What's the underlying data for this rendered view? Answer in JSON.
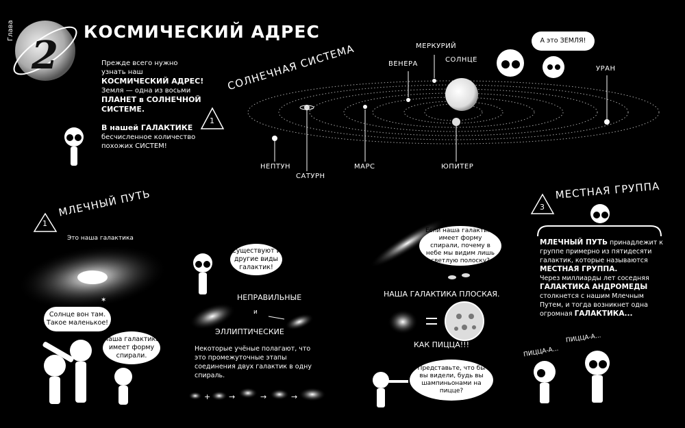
{
  "chapter": {
    "label": "Глава",
    "number": "2"
  },
  "title": "КОСМИЧЕСКИЙ АДРЕС",
  "intro": [
    {
      "pre": "Прежде всего нужно узнать наш",
      "bold": "КОСМИЧЕСКИЙ АДРЕС!"
    },
    {
      "pre": "Земля — одна из восьми",
      "bold": "ПЛАНЕТ в СОЛНЕЧНОЙ СИСТЕМЕ."
    },
    {
      "bold": "В нашей ГАЛАКТИКЕ",
      "post": "бесчисленное количество похожих СИСТЕМ!"
    }
  ],
  "solar_system": {
    "section_number": "1",
    "title": "СОЛНЕЧНАЯ СИСТЕМА",
    "planets": {
      "mercury": "МЕРКУРИЙ",
      "sun": "СОЛНЦЕ",
      "venus": "ВЕНЕРА",
      "uranus": "УРАН",
      "neptune": "НЕПТУН",
      "saturn": "САТУРН",
      "mars": "МАРС",
      "jupiter": "ЮПИТЕР"
    },
    "earth_bubble": "А это ЗЕМЛЯ!"
  },
  "milky_way": {
    "section_number": "1",
    "title": "МЛЕЧНЫЙ ПУТЬ",
    "caption": "Это наша галактика",
    "bubble_sun": "Солнце вон там. Такое маленькое!",
    "bubble_spiral": "Наша галактика имеет форму спирали.",
    "bubble_other": "Существуют и другие виды галактик!",
    "irregular": "НЕПРАВИЛЬНЫЕ",
    "and": "и",
    "elliptical": "ЭЛЛИПТИЧЕСКИЕ",
    "scientists": "Некоторые учёные полагают, что это промежуточные этапы соединения двух галактик в одну спираль."
  },
  "flat": {
    "bubble_question": "Если наша галактика имеет форму спирали, почему в небе мы видим лишь светлую полоску?",
    "flat_text": "НАША ГАЛАКТИКА ПЛОСКАЯ.",
    "pizza": "КАК ПИЦЦА!!!",
    "bubble_imagine": "Представьте, что бы вы видели, будь вы шампиньонами на пицце?"
  },
  "local_group": {
    "section_number": "3",
    "title": "МЕСТНАЯ ГРУППА",
    "p1_bold": "МЛЕЧНЫЙ ПУТЬ",
    "p1": "принадлежит к группе примерно из пятидесяти галактик, которые называются",
    "p1_bold2": "МЕСТНАЯ ГРУППА.",
    "p2": "Через миллиарды лет соседняя",
    "p2_bold": "ГАЛАКТИКА АНДРОМЕДЫ",
    "p2b": "столкнется с нашим Млечным Путем, и тогда возникнет одна огромная",
    "p2_bold2": "ГАЛАКТИКА...",
    "pizza_call_1": "ПИЦЦА-А...",
    "pizza_call_2": "ПИЦЦА-А..."
  }
}
